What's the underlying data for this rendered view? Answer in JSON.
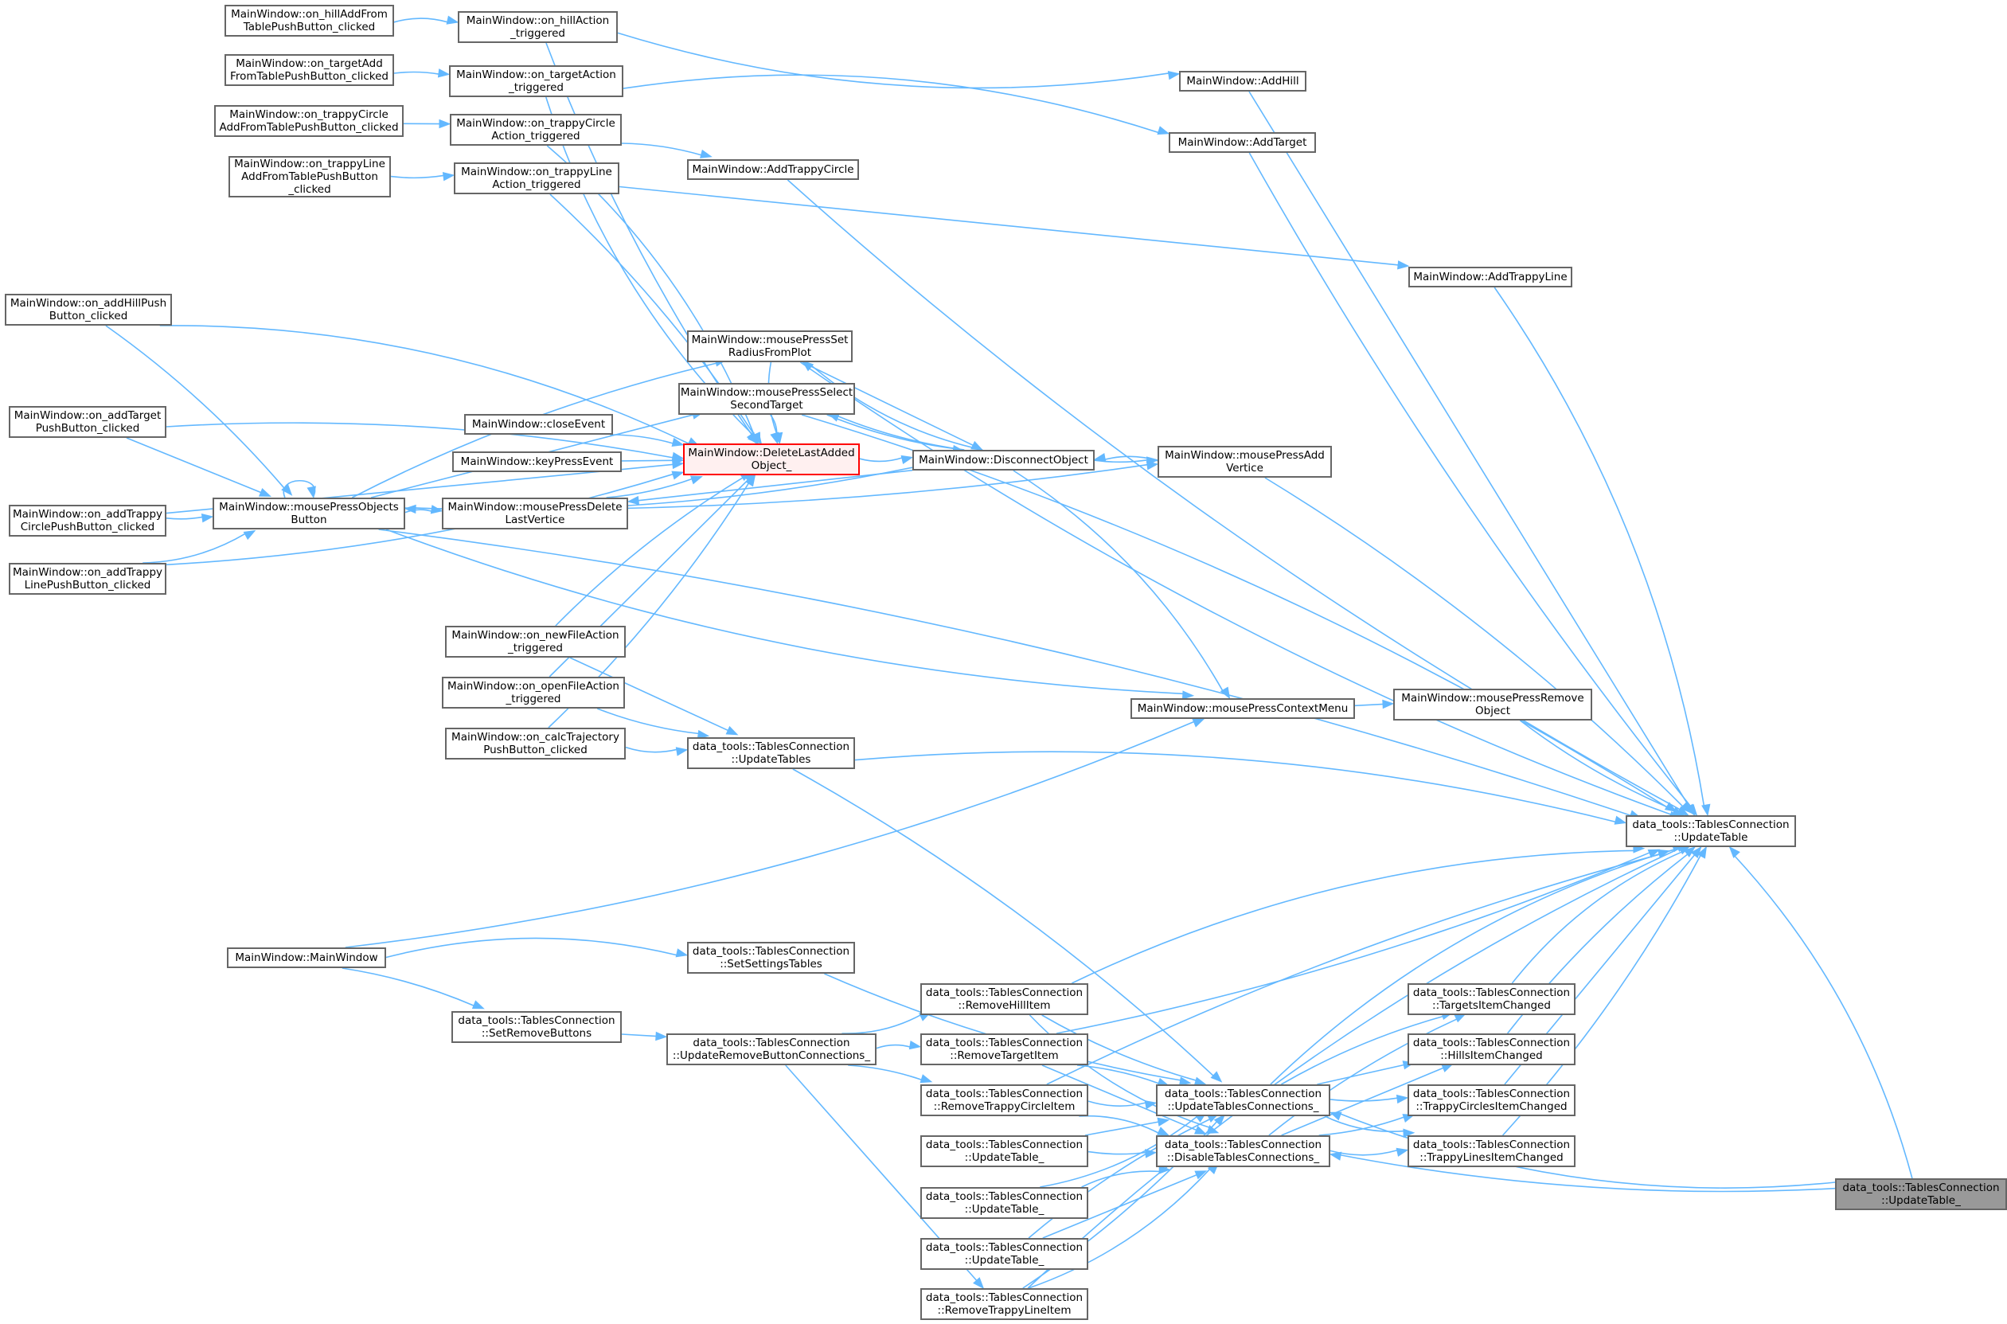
{
  "diagram": {
    "type": "doxygen-caller-graph",
    "colors": {
      "edge": "#63b8ff",
      "node_border": "#666666",
      "root_border": "#ff0000",
      "root_fill": "#fff0f0",
      "current_fill": "#999999"
    },
    "nodes": [
      {
        "id": "n0",
        "label": "MainWindow::on_hillAddFrom\nTablePushButton_clicked"
      },
      {
        "id": "n1",
        "label": "MainWindow::on_hillAction\n_triggered"
      },
      {
        "id": "n2",
        "label": "MainWindow::on_targetAdd\nFromTablePushButton_clicked"
      },
      {
        "id": "n3",
        "label": "MainWindow::on_targetAction\n_triggered"
      },
      {
        "id": "n4",
        "label": "MainWindow::on_trappyCircle\nAddFromTablePushButton_clicked"
      },
      {
        "id": "n5",
        "label": "MainWindow::on_trappyCircle\nAction_triggered"
      },
      {
        "id": "n6",
        "label": "MainWindow::on_trappyLine\nAddFromTablePushButton\n_clicked"
      },
      {
        "id": "n7",
        "label": "MainWindow::on_trappyLine\nAction_triggered"
      },
      {
        "id": "n8",
        "label": "MainWindow::AddHill"
      },
      {
        "id": "n9",
        "label": "MainWindow::AddTarget"
      },
      {
        "id": "n10",
        "label": "MainWindow::AddTrappyCircle"
      },
      {
        "id": "n11",
        "label": "MainWindow::AddTrappyLine"
      },
      {
        "id": "n12",
        "label": "MainWindow::on_addHillPush\nButton_clicked"
      },
      {
        "id": "n13",
        "label": "MainWindow::mousePressSet\nRadiusFromPlot"
      },
      {
        "id": "n14",
        "label": "MainWindow::mousePressSelect\nSecondTarget"
      },
      {
        "id": "n15",
        "label": "MainWindow::on_addTarget\nPushButton_clicked"
      },
      {
        "id": "n16",
        "label": "MainWindow::closeEvent"
      },
      {
        "id": "n17",
        "label": "MainWindow::keyPressEvent"
      },
      {
        "id": "n18",
        "label": "MainWindow::DeleteLastAdded\nObject_",
        "role": "root"
      },
      {
        "id": "n19",
        "label": "MainWindow::DisconnectObject"
      },
      {
        "id": "n20",
        "label": "MainWindow::mousePressAdd\nVertice"
      },
      {
        "id": "n21",
        "label": "MainWindow::mousePressObjects\nButton"
      },
      {
        "id": "n22",
        "label": "MainWindow::mousePressDelete\nLastVertice"
      },
      {
        "id": "n23",
        "label": "MainWindow::on_addTrappy\nCirclePushButton_clicked"
      },
      {
        "id": "n24",
        "label": "MainWindow::on_addTrappy\nLinePushButton_clicked"
      },
      {
        "id": "n25",
        "label": "MainWindow::on_newFileAction\n_triggered"
      },
      {
        "id": "n26",
        "label": "MainWindow::on_openFileAction\n_triggered"
      },
      {
        "id": "n27",
        "label": "MainWindow::on_calcTrajectory\nPushButton_clicked"
      },
      {
        "id": "n28",
        "label": "data_tools::TablesConnection\n::UpdateTables"
      },
      {
        "id": "n29",
        "label": "MainWindow::mousePressContextMenu"
      },
      {
        "id": "n30",
        "label": "MainWindow::mousePressRemove\nObject"
      },
      {
        "id": "n31",
        "label": "data_tools::TablesConnection\n::UpdateTable"
      },
      {
        "id": "n32",
        "label": "MainWindow::MainWindow"
      },
      {
        "id": "n33",
        "label": "data_tools::TablesConnection\n::SetSettingsTables"
      },
      {
        "id": "n34",
        "label": "data_tools::TablesConnection\n::SetRemoveButtons"
      },
      {
        "id": "n35",
        "label": "data_tools::TablesConnection\n::UpdateRemoveButtonConnections_"
      },
      {
        "id": "n36",
        "label": "data_tools::TablesConnection\n::RemoveHillItem"
      },
      {
        "id": "n37",
        "label": "data_tools::TablesConnection\n::RemoveTargetItem"
      },
      {
        "id": "n38",
        "label": "data_tools::TablesConnection\n::RemoveTrappyCircleItem"
      },
      {
        "id": "n39",
        "label": "data_tools::TablesConnection\n::UpdateTable_"
      },
      {
        "id": "n40",
        "label": "data_tools::TablesConnection\n::UpdateTable_"
      },
      {
        "id": "n41",
        "label": "data_tools::TablesConnection\n::UpdateTable_"
      },
      {
        "id": "n42",
        "label": "data_tools::TablesConnection\n::RemoveTrappyLineItem"
      },
      {
        "id": "n43",
        "label": "data_tools::TablesConnection\n::UpdateTablesConnections_"
      },
      {
        "id": "n44",
        "label": "data_tools::TablesConnection\n::DisableTablesConnections_"
      },
      {
        "id": "n45",
        "label": "data_tools::TablesConnection\n::TargetsItemChanged"
      },
      {
        "id": "n46",
        "label": "data_tools::TablesConnection\n::HillsItemChanged"
      },
      {
        "id": "n47",
        "label": "data_tools::TablesConnection\n::TrappyCirclesItemChanged"
      },
      {
        "id": "n48",
        "label": "data_tools::TablesConnection\n::TrappyLinesItemChanged"
      },
      {
        "id": "n49",
        "label": "data_tools::TablesConnection\n::UpdateTable_",
        "role": "current"
      }
    ],
    "edges": [
      [
        "n0",
        "n1"
      ],
      [
        "n2",
        "n3"
      ],
      [
        "n4",
        "n5"
      ],
      [
        "n6",
        "n7"
      ],
      [
        "n1",
        "n8"
      ],
      [
        "n3",
        "n9"
      ],
      [
        "n5",
        "n10"
      ],
      [
        "n7",
        "n11"
      ],
      [
        "n1",
        "n18"
      ],
      [
        "n3",
        "n18"
      ],
      [
        "n5",
        "n18"
      ],
      [
        "n7",
        "n18"
      ],
      [
        "n8",
        "n31"
      ],
      [
        "n9",
        "n31"
      ],
      [
        "n10",
        "n31"
      ],
      [
        "n11",
        "n31"
      ],
      [
        "n12",
        "n21"
      ],
      [
        "n15",
        "n21"
      ],
      [
        "n23",
        "n21"
      ],
      [
        "n24",
        "n21"
      ],
      [
        "n12",
        "n18"
      ],
      [
        "n15",
        "n18"
      ],
      [
        "n23",
        "n18"
      ],
      [
        "n24",
        "n18"
      ],
      [
        "n21",
        "n21"
      ],
      [
        "n21",
        "n22"
      ],
      [
        "n21",
        "n13"
      ],
      [
        "n21",
        "n14"
      ],
      [
        "n21",
        "n20"
      ],
      [
        "n21",
        "n29"
      ],
      [
        "n21",
        "n31"
      ],
      [
        "n16",
        "n18"
      ],
      [
        "n17",
        "n18"
      ],
      [
        "n22",
        "n18"
      ],
      [
        "n13",
        "n18"
      ],
      [
        "n14",
        "n18"
      ],
      [
        "n25",
        "n18"
      ],
      [
        "n26",
        "n18"
      ],
      [
        "n27",
        "n18"
      ],
      [
        "n18",
        "n19"
      ],
      [
        "n19",
        "n13"
      ],
      [
        "n19",
        "n14"
      ],
      [
        "n19",
        "n22"
      ],
      [
        "n19",
        "n20"
      ],
      [
        "n20",
        "n19"
      ],
      [
        "n19",
        "n29"
      ],
      [
        "n19",
        "n21"
      ],
      [
        "n13",
        "n19"
      ],
      [
        "n14",
        "n19"
      ],
      [
        "n13",
        "n31"
      ],
      [
        "n14",
        "n31"
      ],
      [
        "n20",
        "n31"
      ],
      [
        "n25",
        "n28"
      ],
      [
        "n26",
        "n28"
      ],
      [
        "n27",
        "n28"
      ],
      [
        "n28",
        "n31"
      ],
      [
        "n28",
        "n43"
      ],
      [
        "n29",
        "n30"
      ],
      [
        "n30",
        "n31"
      ],
      [
        "n32",
        "n29"
      ],
      [
        "n32",
        "n33"
      ],
      [
        "n32",
        "n34"
      ],
      [
        "n34",
        "n35"
      ],
      [
        "n33",
        "n43"
      ],
      [
        "n35",
        "n36"
      ],
      [
        "n35",
        "n37"
      ],
      [
        "n35",
        "n38"
      ],
      [
        "n35",
        "n42"
      ],
      [
        "n36",
        "n43"
      ],
      [
        "n36",
        "n44"
      ],
      [
        "n36",
        "n31"
      ],
      [
        "n37",
        "n43"
      ],
      [
        "n37",
        "n44"
      ],
      [
        "n37",
        "n31"
      ],
      [
        "n38",
        "n43"
      ],
      [
        "n38",
        "n44"
      ],
      [
        "n38",
        "n31"
      ],
      [
        "n39",
        "n43"
      ],
      [
        "n39",
        "n44"
      ],
      [
        "n40",
        "n43"
      ],
      [
        "n40",
        "n44"
      ],
      [
        "n41",
        "n43"
      ],
      [
        "n41",
        "n44"
      ],
      [
        "n42",
        "n43"
      ],
      [
        "n42",
        "n44"
      ],
      [
        "n42",
        "n31"
      ],
      [
        "n43",
        "n45"
      ],
      [
        "n43",
        "n46"
      ],
      [
        "n43",
        "n47"
      ],
      [
        "n43",
        "n48"
      ],
      [
        "n43",
        "n31"
      ],
      [
        "n44",
        "n45"
      ],
      [
        "n44",
        "n46"
      ],
      [
        "n44",
        "n47"
      ],
      [
        "n44",
        "n48"
      ],
      [
        "n45",
        "n31"
      ],
      [
        "n46",
        "n31"
      ],
      [
        "n47",
        "n31"
      ],
      [
        "n48",
        "n31"
      ],
      [
        "n49",
        "n31"
      ],
      [
        "n49",
        "n43"
      ],
      [
        "n49",
        "n44"
      ]
    ]
  }
}
